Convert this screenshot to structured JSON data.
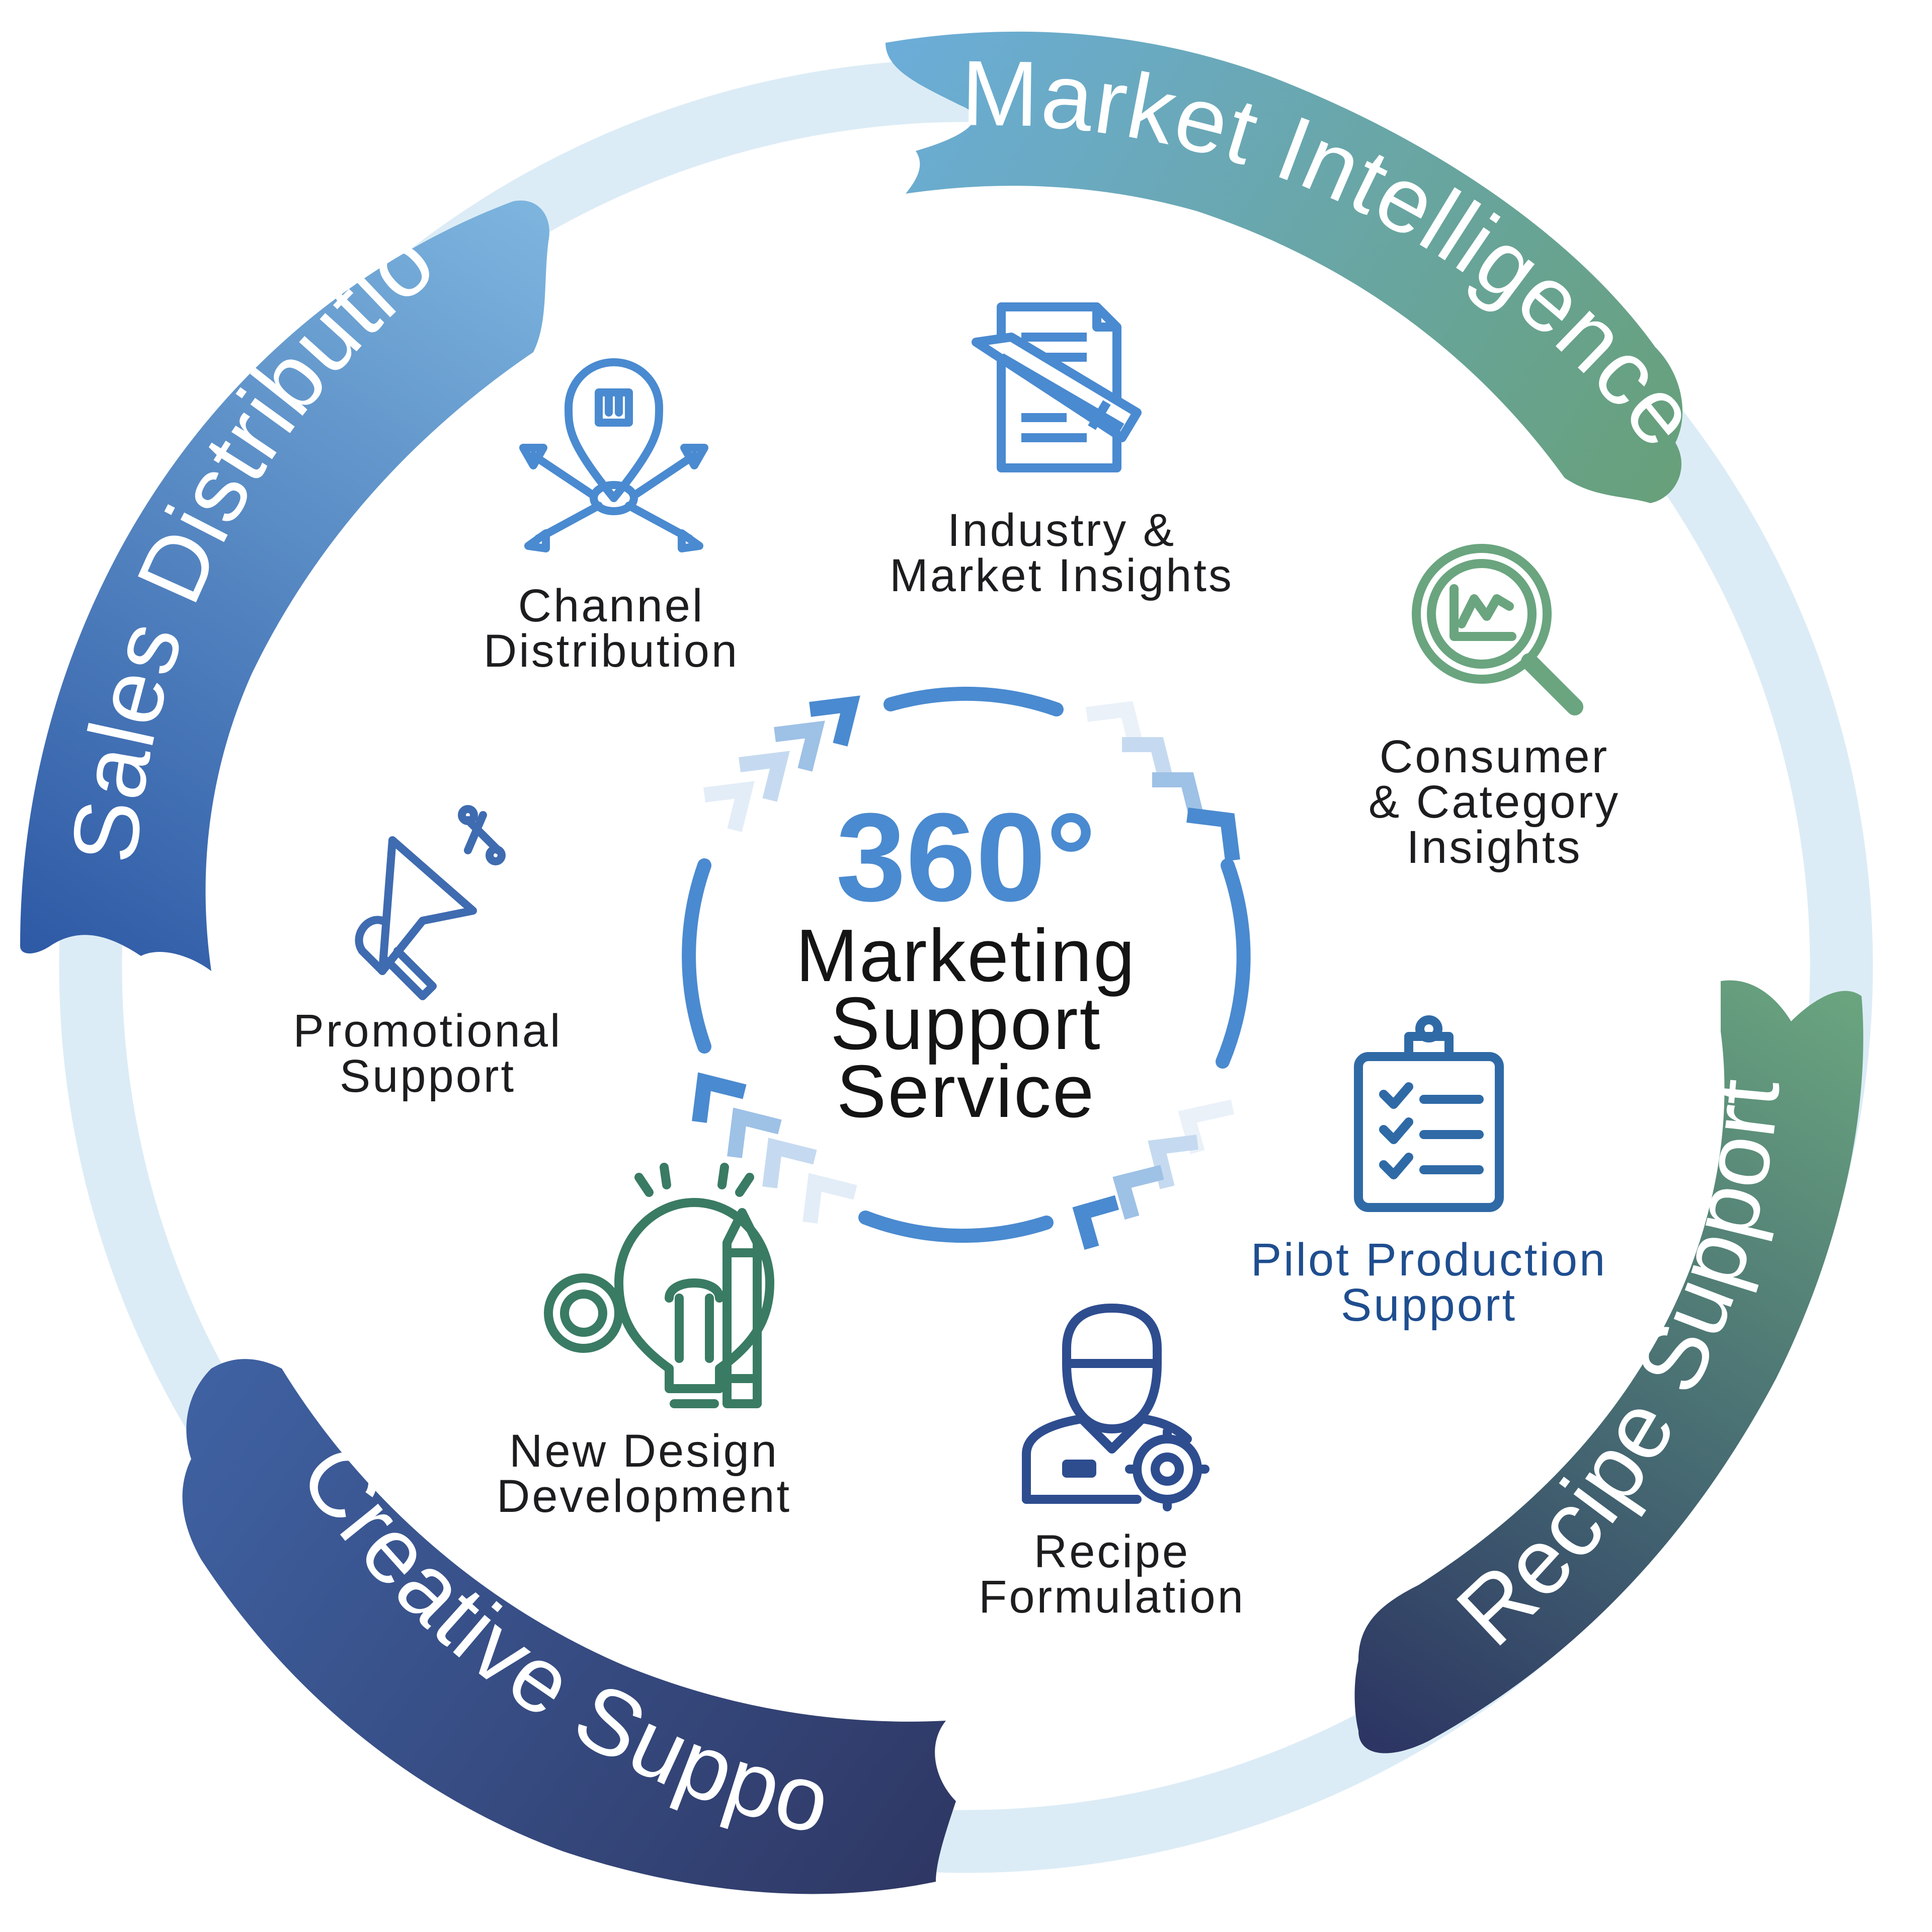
{
  "center": {
    "degrees": "360°",
    "line1": "Marketing",
    "line2": "Support",
    "line3": "Service"
  },
  "bands": {
    "market_intelligence": "Market Intelligence",
    "recipe_support": "Recipe Support",
    "creative_support": "Creative Support",
    "sales_distribution": "Sales Distribution"
  },
  "items": {
    "industry": {
      "line1": "Industry &",
      "line2": "Market Insights",
      "icon": "document-pencil-icon"
    },
    "consumer": {
      "line1": "Consumer",
      "line2": "& Category",
      "line3": "Insights",
      "icon": "magnifier-chart-icon"
    },
    "pilot": {
      "line1": "Pilot Production",
      "line2": "Support",
      "icon": "clipboard-checklist-icon"
    },
    "recipe": {
      "line1": "Recipe",
      "line2": "Formulation",
      "icon": "engineer-gear-icon"
    },
    "design": {
      "line1": "New Design",
      "line2": "Development",
      "icon": "lightbulb-gear-pencil-icon"
    },
    "promo": {
      "line1": "Promotional",
      "line2": "Support",
      "icon": "megaphone-percent-icon"
    },
    "channel": {
      "line1": "Channel",
      "line2": "Distribution",
      "icon": "location-pin-arrows-icon"
    }
  },
  "colors": {
    "ring": "#dcecf6",
    "blue": "#3f7dc4",
    "green": "#5f9c79",
    "navy": "#2b3868",
    "pilot_text": "#1f4e8f"
  }
}
